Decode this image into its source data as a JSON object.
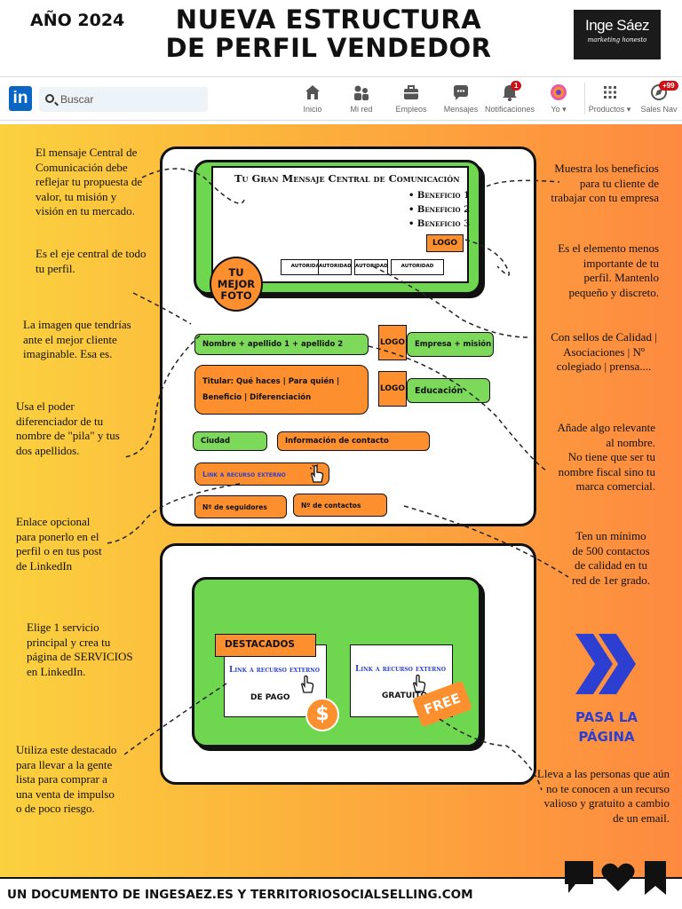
{
  "header": {
    "year": "AÑO 2024",
    "title_line1": "NUEVA ESTRUCTURA",
    "title_line2": "DE PERFIL VENDEDOR",
    "brand_name": "Inge Sáez",
    "brand_sub": "marketing honesto"
  },
  "linkedin_bar": {
    "logo": "in",
    "search_placeholder": "Buscar",
    "nav": [
      {
        "label": "Inicio",
        "icon": "home-icon"
      },
      {
        "label": "Mi red",
        "icon": "network-icon"
      },
      {
        "label": "Empleos",
        "icon": "briefcase-icon"
      },
      {
        "label": "Mensajes",
        "icon": "message-icon"
      },
      {
        "label": "Notificaciones",
        "icon": "bell-icon",
        "badge": "1"
      },
      {
        "label": "Yo ▾",
        "icon": "avatar-icon"
      },
      {
        "label": "Productos ▾",
        "icon": "grid-icon"
      },
      {
        "label": "Sales Nav",
        "icon": "compass-icon",
        "badge": "+99"
      }
    ],
    "accent": "#0a66c2"
  },
  "profile": {
    "banner_title": "Tu Gran Mensaje Central de Comunicación",
    "benefits": [
      "• Beneficio 1",
      "• Beneficio 2",
      "• Beneficio 3"
    ],
    "banner_logo": "LOGO",
    "authority": [
      "AUTORIDAD",
      "AUTORIDAD",
      "AUTORIDAD",
      "AUTORIDAD"
    ],
    "photo": [
      "TU",
      "MEJOR",
      "FOTO"
    ],
    "name": "Nombre + apellido 1 + apellido 2",
    "company_logo": "LOGO",
    "company": "Empresa + misión",
    "headline_1": "Titular: Qué haces | Para quién |",
    "headline_2": "Beneficio | Diferenciación",
    "edu_logo": "LOGO",
    "education": "Educación",
    "city": "Ciudad",
    "contact_info": "Información de contacto",
    "external_link": "Link a recurso externo",
    "followers": "Nº de seguidores",
    "contacts": "Nº de contactos"
  },
  "featured": {
    "label": "DESTACADOS",
    "paid_link": "Link a recurso externo",
    "paid_caption": "DE PAGO",
    "free_link": "Link a recurso externo",
    "free_caption": "GRATUITO",
    "dollar": "$",
    "free_tag": "FREE"
  },
  "notes_left": {
    "n1": [
      "El mensaje Central de",
      "Comunicación debe",
      "reflejar tu propuesta de",
      "valor, tu misión y",
      "visión en tu mercado."
    ],
    "n2": [
      "Es el eje central de todo",
      "tu perfil."
    ],
    "n3": [
      "La imagen que tendrías",
      "ante el mejor cliente",
      "imaginable. Esa es."
    ],
    "n4": [
      "Usa el poder",
      "diferenciador de tu",
      "nombre de \"pila\" y tus",
      "dos apellidos."
    ],
    "n5": [
      "Enlace opcional",
      "para ponerlo en el",
      "perfil o en tus post",
      "de LinkedIn"
    ],
    "n6": [
      "Elige 1 servicio",
      "principal y crea tu",
      "página de SERVICIOS",
      "en LinkedIn."
    ],
    "n7": [
      "Utiliza este destacado",
      "para llevar a la gente",
      "lista para comprar a",
      "una venta de impulso",
      "o de poco riesgo."
    ]
  },
  "notes_right": {
    "n1": [
      "Muestra los beneficios",
      "para tu cliente de",
      "trabajar con tu empresa"
    ],
    "n2": [
      "Es el elemento menos",
      "importante de tu",
      "perfil. Mantenlo",
      "pequeño y discreto."
    ],
    "n3": [
      "Con sellos de Calidad |",
      "Asociaciones | Nº",
      "colegiado | prensa...."
    ],
    "n4": [
      "Añade algo relevante",
      "al nombre.",
      "No tiene que ser tu",
      "nombre fiscal sino tu",
      "marca comercial."
    ],
    "n5": [
      "Ten un mínimo",
      "de 500 contactos",
      "de calidad en tu",
      "red de 1er grado."
    ],
    "n6": [
      "Lleva a las personas que aún",
      "no te conocen a un recurso",
      "valioso y gratuito a cambio",
      "de un email."
    ]
  },
  "cta": {
    "line1": "PASA LA",
    "line2": "PÁGINA",
    "color": "#2d3fd1"
  },
  "footer": {
    "text": "UN DOCUMENTO DE INGESAEZ.ES Y TERRITORIOSOCIALSELLING.COM"
  },
  "colors": {
    "green": "#6fd64f",
    "orange": "#fd8f2e",
    "link_blue": "#2d3fd1"
  }
}
